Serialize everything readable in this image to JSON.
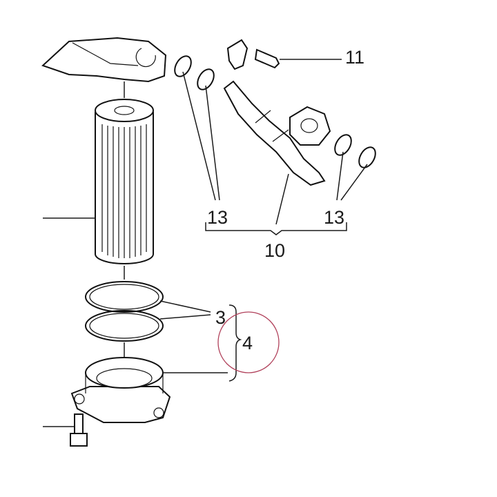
{
  "callouts": {
    "bolt_11": "11",
    "oring_13_left": "13",
    "oring_13_right": "13",
    "pipe_10": "10",
    "seal_3": "3",
    "cover_4": "4"
  },
  "colors": {
    "line": "#1a1a1a",
    "highlight_circle": "#b0405a"
  }
}
